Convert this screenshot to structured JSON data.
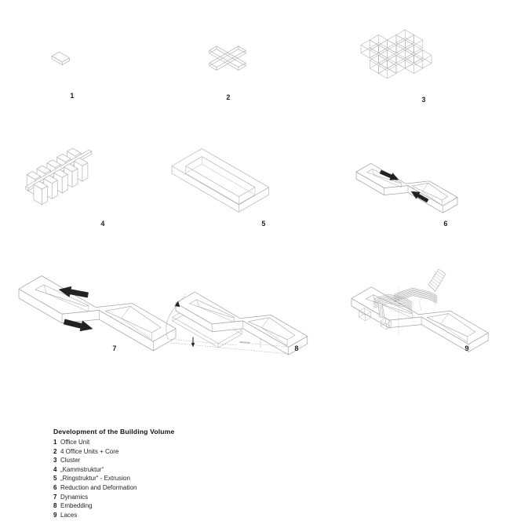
{
  "legend": {
    "title": "Development of the Building Volume",
    "items": [
      {
        "num": "1",
        "label": "Office Unit"
      },
      {
        "num": "2",
        "label": "4 Office Units + Core"
      },
      {
        "num": "3",
        "label": "Cluster"
      },
      {
        "num": "4",
        "label": "„Kammstruktur“"
      },
      {
        "num": "5",
        "label": "„Ringstruktur“ - Extrusion"
      },
      {
        "num": "6",
        "label": "Reduction and Deformation"
      },
      {
        "num": "7",
        "label": "Dynamics"
      },
      {
        "num": "8",
        "label": "Embedding"
      },
      {
        "num": "9",
        "label": "Laces"
      }
    ]
  },
  "figures": [
    {
      "number": "1"
    },
    {
      "number": "2"
    },
    {
      "number": "3"
    },
    {
      "number": "4"
    },
    {
      "number": "5"
    },
    {
      "number": "6"
    },
    {
      "number": "7"
    },
    {
      "number": "8"
    },
    {
      "number": "9"
    }
  ],
  "colors": {
    "line": "#b2b2b2",
    "line_dark": "#a6a6a6",
    "ink": "#222222"
  }
}
